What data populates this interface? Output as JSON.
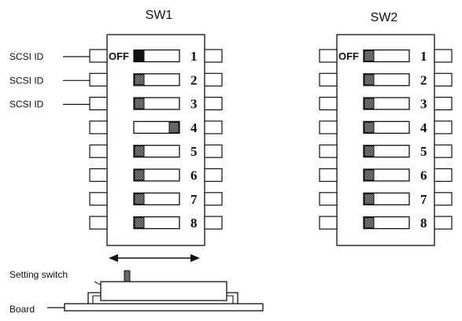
{
  "sw1": {
    "title": "SW1",
    "off_label": "OFF",
    "switches": [
      {
        "number": "1",
        "state": "off",
        "side_label": "SCSI ID"
      },
      {
        "number": "2",
        "state": "off",
        "side_label": "SCSI ID"
      },
      {
        "number": "3",
        "state": "off",
        "side_label": "SCSI ID"
      },
      {
        "number": "4",
        "state": "on",
        "side_label": ""
      },
      {
        "number": "5",
        "state": "off",
        "side_label": ""
      },
      {
        "number": "6",
        "state": "off",
        "side_label": ""
      },
      {
        "number": "7",
        "state": "off",
        "side_label": ""
      },
      {
        "number": "8",
        "state": "off",
        "side_label": ""
      }
    ]
  },
  "sw2": {
    "title": "SW2",
    "off_label": "OFF",
    "switches": [
      {
        "number": "1",
        "state": "off"
      },
      {
        "number": "2",
        "state": "off"
      },
      {
        "number": "3",
        "state": "off"
      },
      {
        "number": "4",
        "state": "off"
      },
      {
        "number": "5",
        "state": "off"
      },
      {
        "number": "6",
        "state": "off"
      },
      {
        "number": "7",
        "state": "off"
      },
      {
        "number": "8",
        "state": "off"
      }
    ]
  },
  "side_view": {
    "setting_switch_label": "Setting switch",
    "board_label": "Board"
  }
}
